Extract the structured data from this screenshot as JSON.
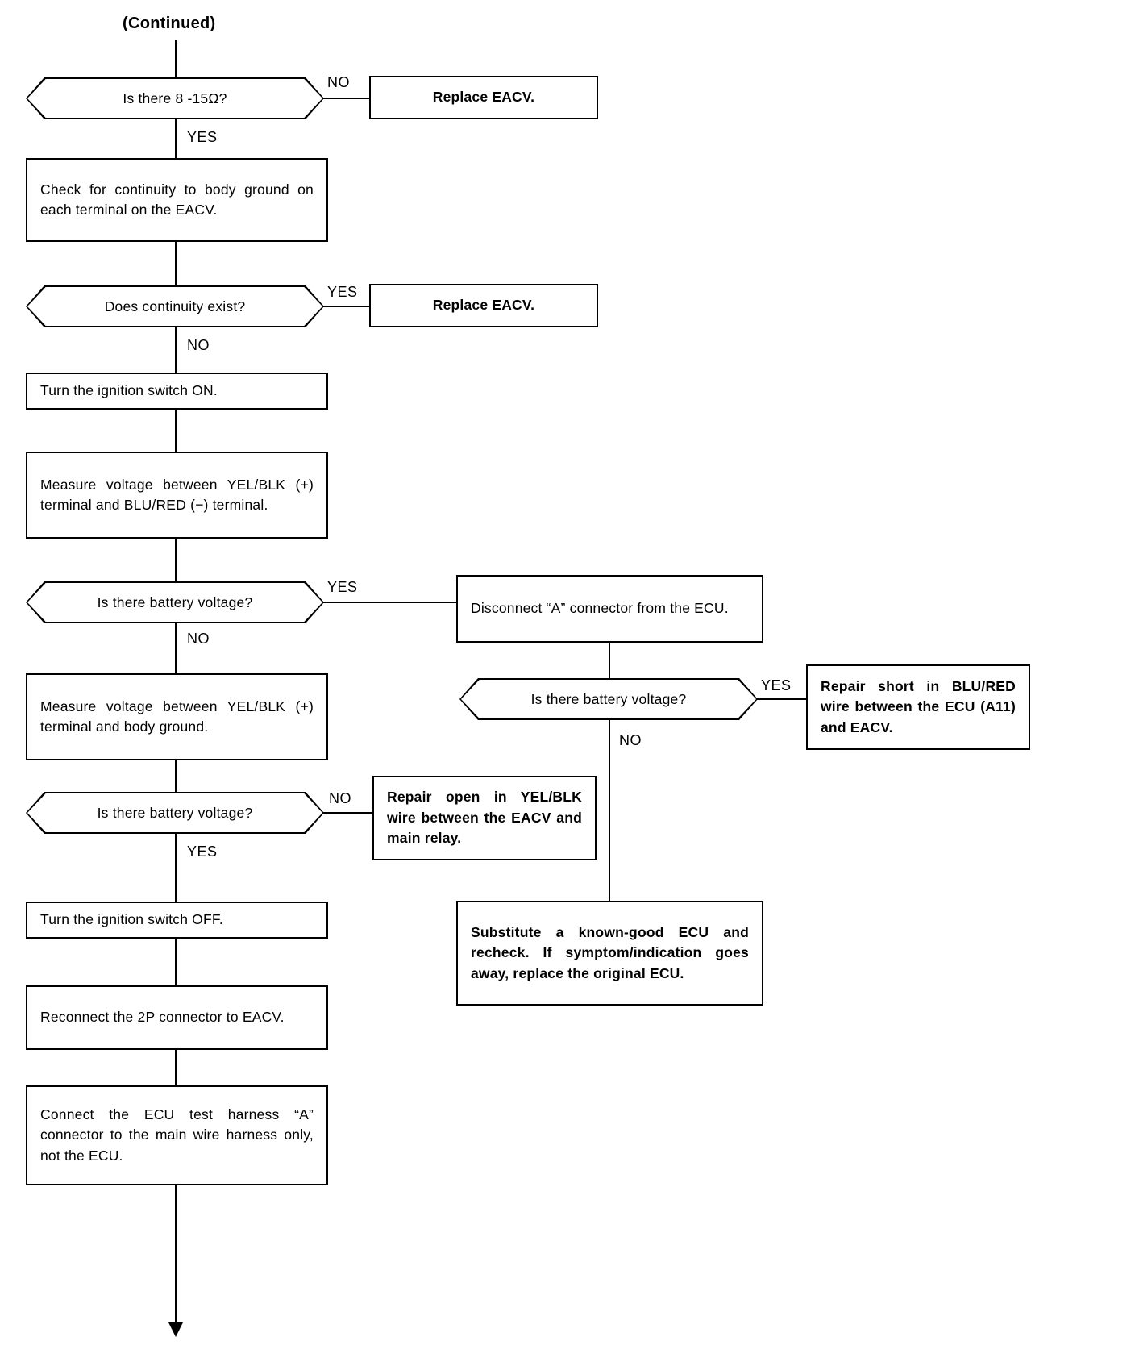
{
  "header": {
    "continued_label": "(Continued)"
  },
  "edge_labels": {
    "no": "NO",
    "yes": "YES"
  },
  "nodes": {
    "d1": {
      "text": "Is there 8 -15Ω?"
    },
    "a1": {
      "text": "Replace EACV."
    },
    "p1": {
      "text": "Check for continuity to body ground on each terminal on the EACV."
    },
    "d2": {
      "text": "Does continuity exist?"
    },
    "a2": {
      "text": "Replace EACV."
    },
    "p2": {
      "text": "Turn the ignition switch ON."
    },
    "p3": {
      "text": "Measure voltage between YEL/BLK (+) terminal and BLU/RED (−) terminal."
    },
    "d3": {
      "text": "Is there battery voltage?"
    },
    "r1": {
      "text": "Disconnect “A” connector from the ECU."
    },
    "p4": {
      "text": "Measure voltage between YEL/BLK (+) terminal and body ground."
    },
    "d4": {
      "text": "Is there battery voltage?"
    },
    "r2": {
      "text": "Repair short in BLU/RED wire between the ECU (A11) and EACV."
    },
    "d5": {
      "text": "Is there battery voltage?"
    },
    "a3": {
      "text": "Repair open in YEL/BLK wire between the EACV and main relay."
    },
    "p5": {
      "text": "Turn the ignition switch OFF."
    },
    "r3": {
      "text": "Substitute a known-good ECU and recheck. If symptom/indication goes away, replace the original ECU."
    },
    "p6": {
      "text": "Reconnect the 2P connector to EACV."
    },
    "p7": {
      "text": "Connect the ECU test harness “A” connector to the main wire harness only, not the ECU."
    }
  },
  "flow": {
    "d1_no": "NO",
    "d1_yes": "YES",
    "d2_yes": "YES",
    "d2_no": "NO",
    "d3_yes": "YES",
    "d3_no": "NO",
    "d4_yes": "YES",
    "d4_no": "NO",
    "d5_no": "NO",
    "d5_yes": "YES"
  },
  "colors": {
    "line": "#000000",
    "background": "#ffffff"
  }
}
